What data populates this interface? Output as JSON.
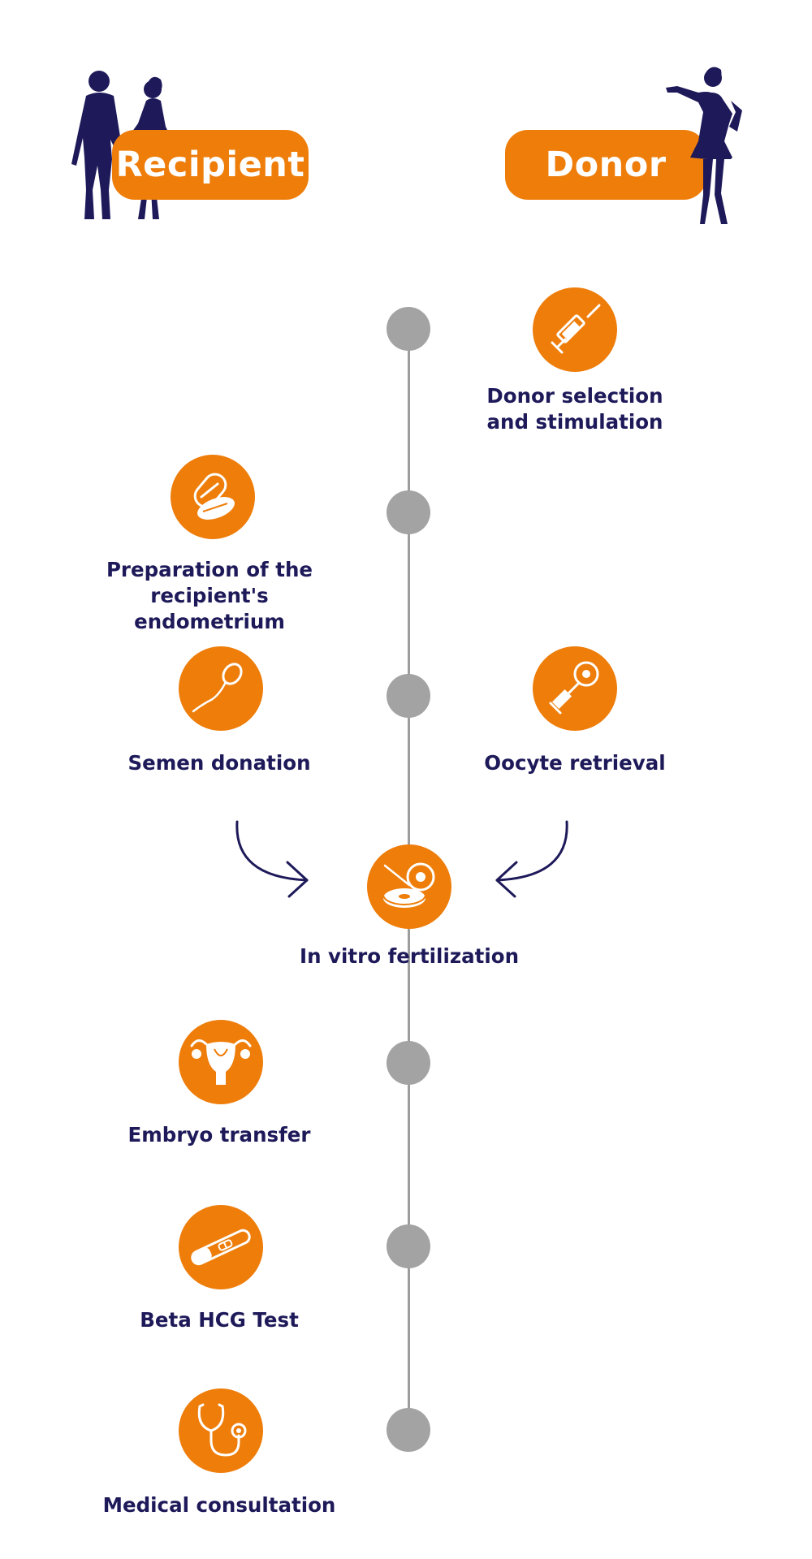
{
  "headers": {
    "recipient": "Recipient",
    "donor": "Donor"
  },
  "steps": [
    {
      "label": "Donor selection\nand stimulation",
      "icon": "syringe-icon"
    },
    {
      "label": "Preparation of the\nrecipient's endometrium",
      "icon": "pills-icon"
    },
    {
      "label": "Semen donation",
      "icon": "sperm-icon"
    },
    {
      "label": "Oocyte retrieval",
      "icon": "oocyte-retrieval-icon"
    },
    {
      "label": "In vitro fertilization",
      "icon": "petri-dish-icon"
    },
    {
      "label": "Embryo transfer",
      "icon": "uterus-icon"
    },
    {
      "label": "Beta HCG Test",
      "icon": "pregnancy-test-icon"
    },
    {
      "label": "Medical consultation",
      "icon": "stethoscope-icon"
    }
  ],
  "colors": {
    "accent": "#ee7d0a",
    "text": "#1e1a5a",
    "timeline": "#a3a3a3"
  }
}
